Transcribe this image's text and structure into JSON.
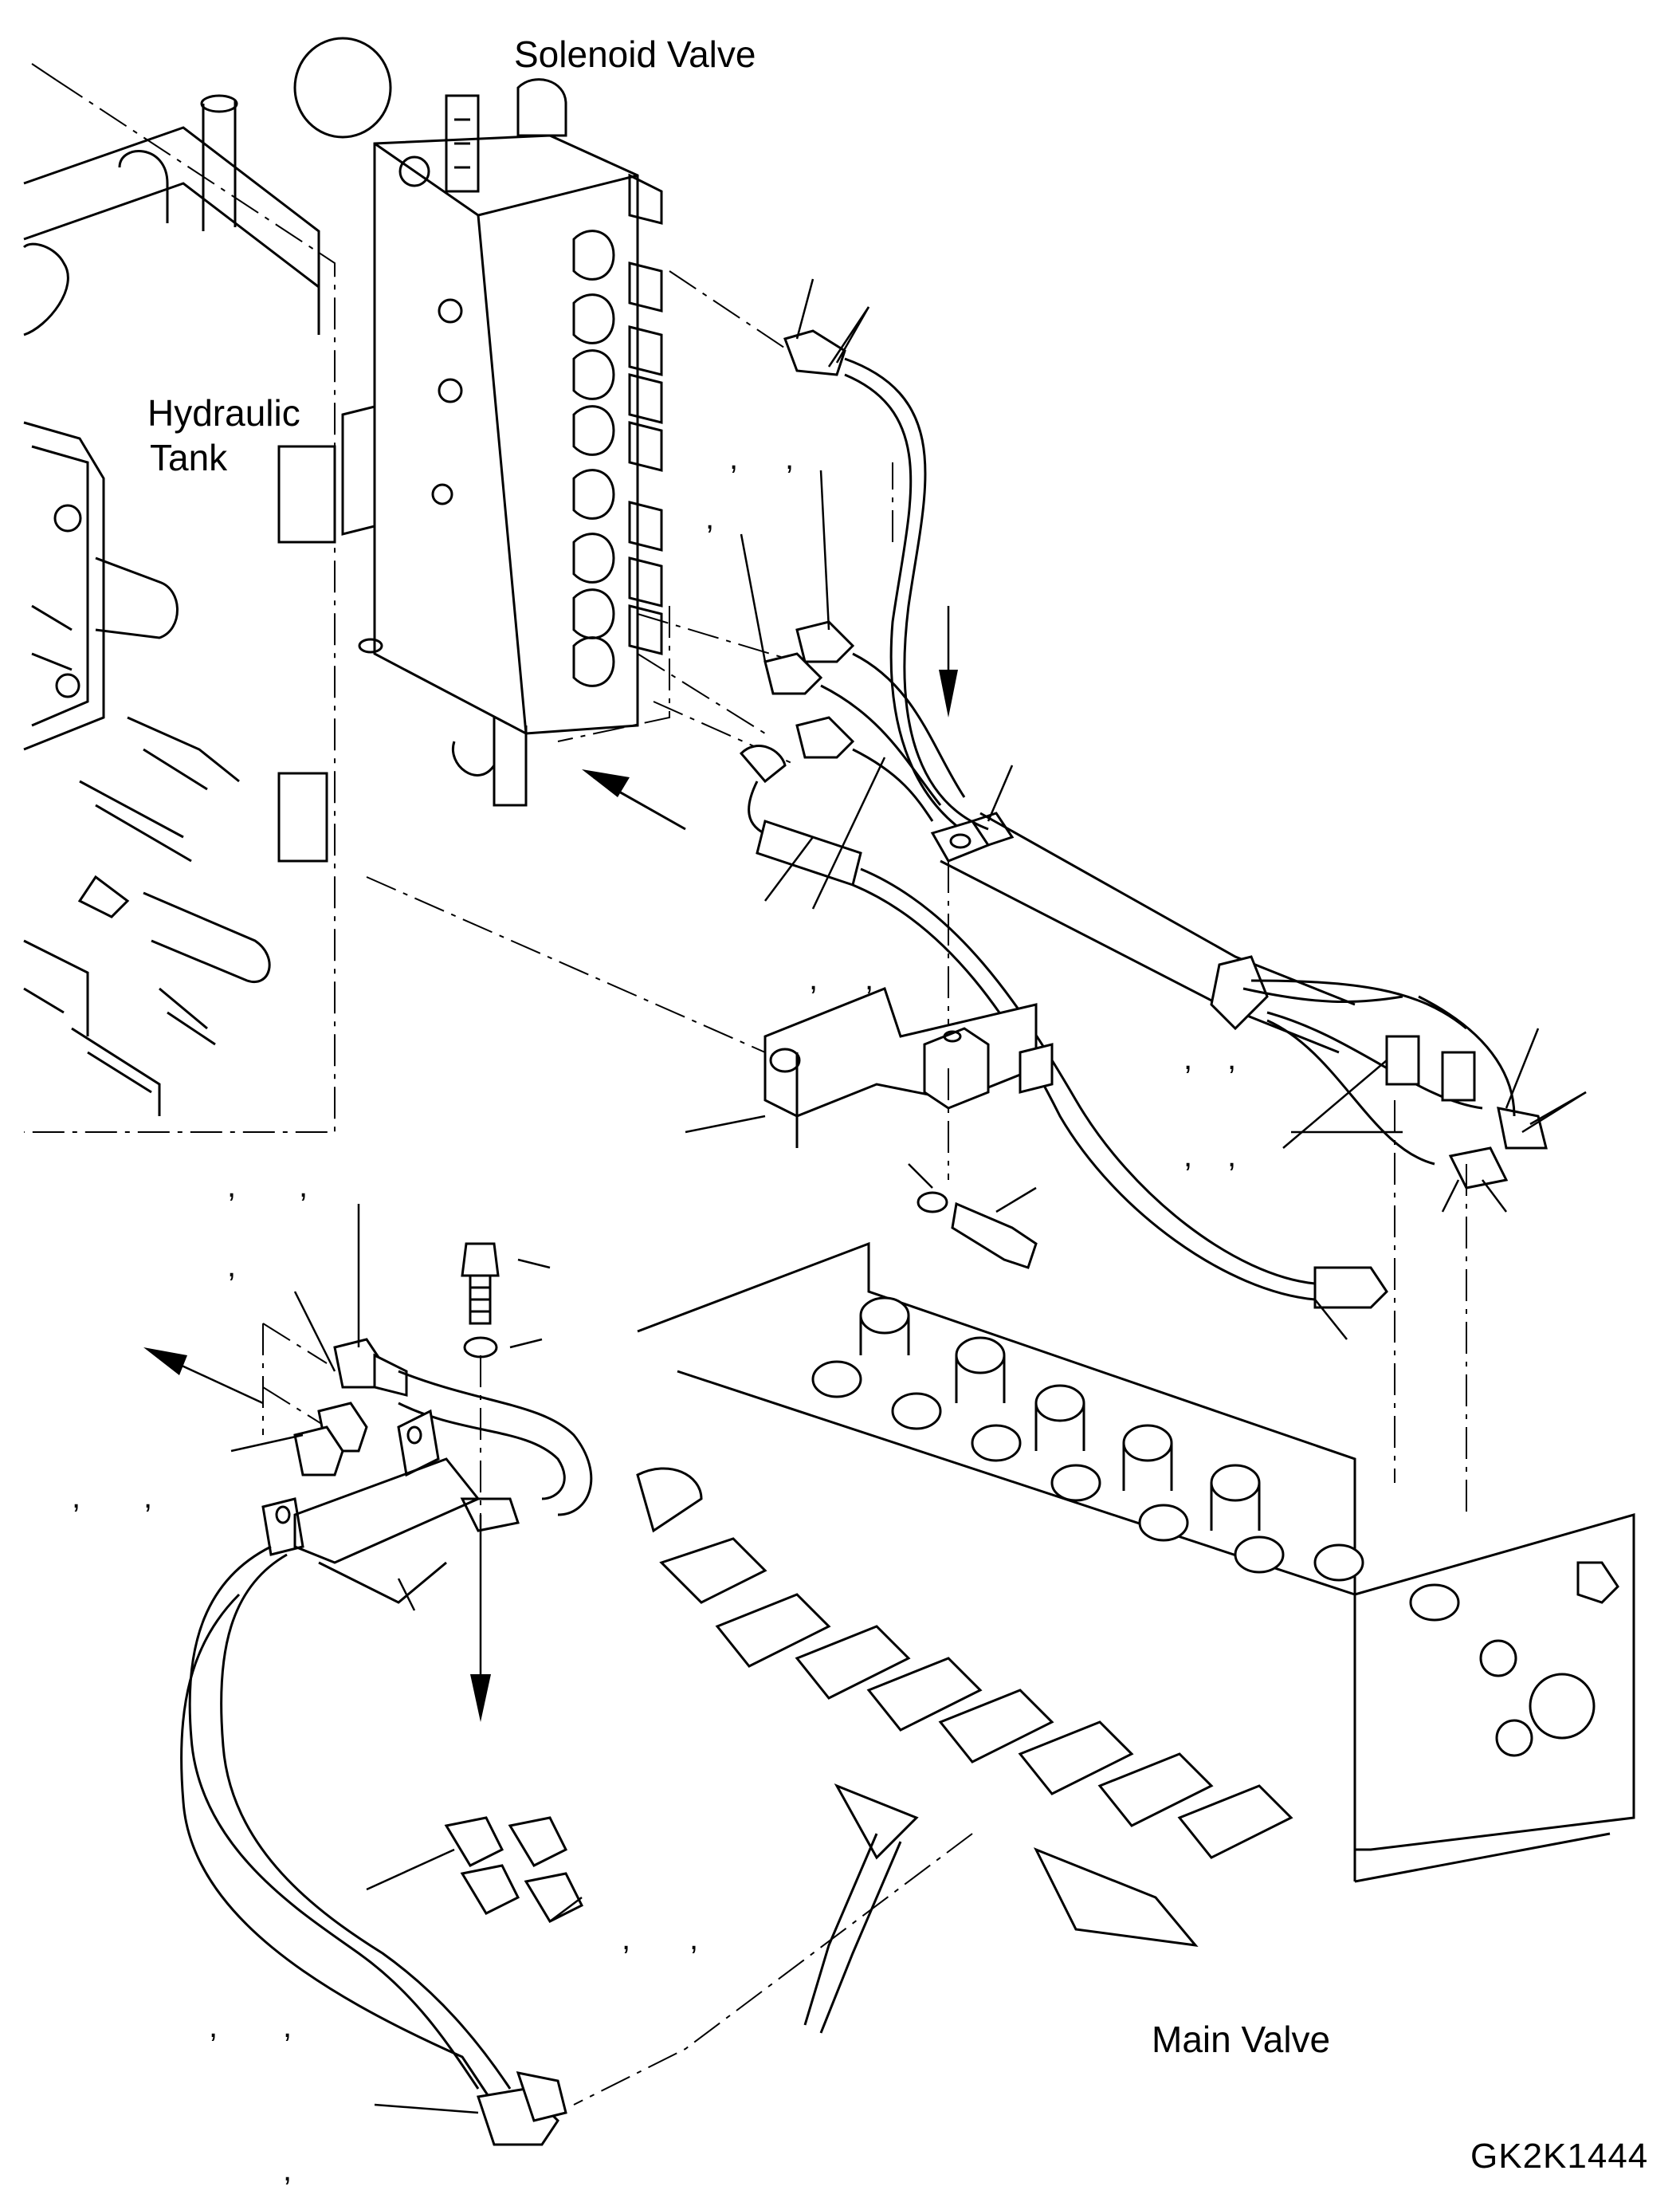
{
  "labels": {
    "solenoid_valve": "Solenoid Valve",
    "hydraulic_tank_line1": "Hydraulic",
    "hydraulic_tank_line2": "Tank",
    "main_valve": "Main Valve",
    "drawing_code": "GK2K1444"
  },
  "comma": ","
}
